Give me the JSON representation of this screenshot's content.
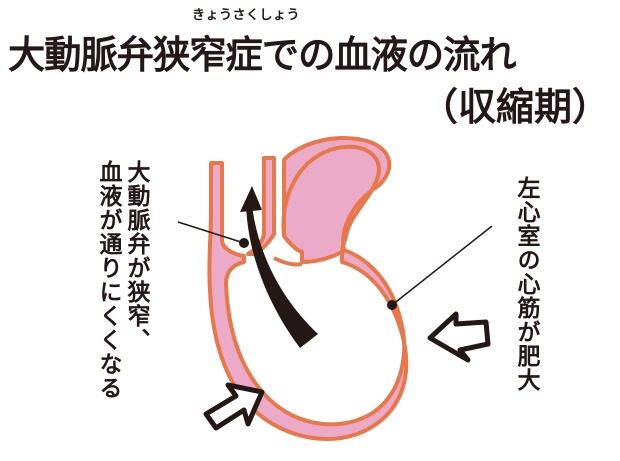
{
  "title": {
    "ruby": "きょうさくしょう",
    "main": "大動脈弁狭窄症での血液の流れ",
    "sub": "（収縮期）"
  },
  "labels": {
    "valve": {
      "line1": "大動脈弁が狭窄、",
      "line2": "血液が通りにくくなる"
    },
    "ventricle": "左心室の心筋が肥大"
  },
  "colors": {
    "tissue_fill": "#eaaac8",
    "tissue_stroke": "#e8784a",
    "ink": "#231815",
    "background": "#ffffff"
  },
  "icons": {
    "blood_flow_arrow": "curved-arrow-up",
    "pressure_arrow_left": "hollow-arrow",
    "pressure_arrow_right": "hollow-arrow"
  }
}
